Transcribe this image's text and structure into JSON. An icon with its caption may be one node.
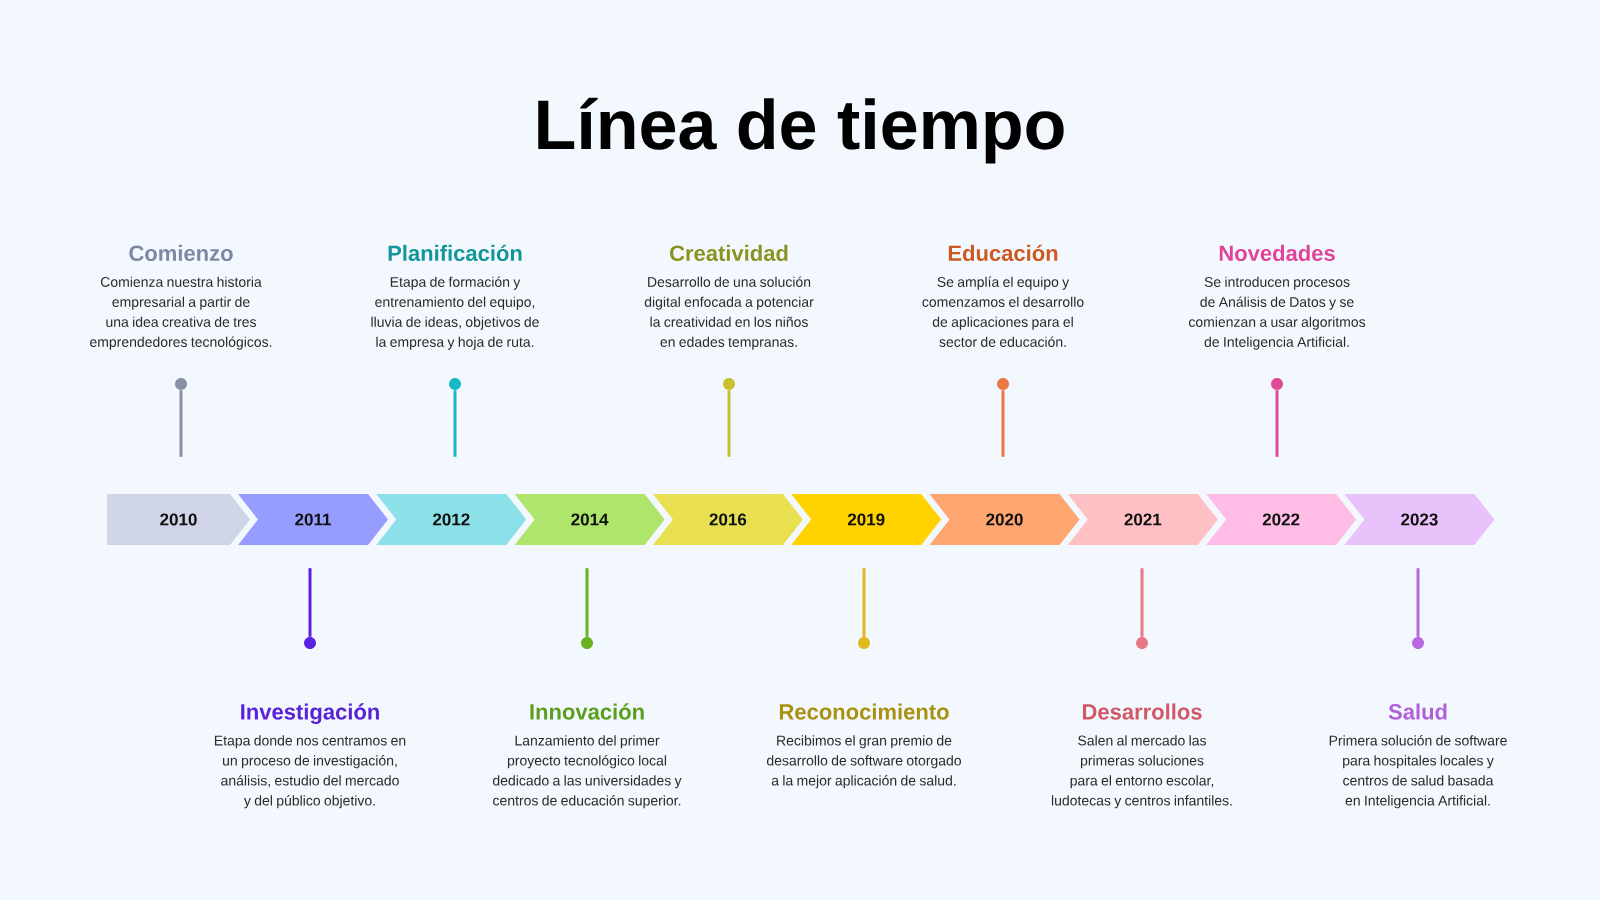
{
  "diagram": {
    "title": "Línea de tiempo",
    "nodes": [
      {
        "text": [
          "Comienzo",
          "Comienza nuestra historia empresarial a partir de una idea creativa de tres emprendedores tecnológicos."
        ]
      },
      {
        "text": [
          "Planificación",
          "Etapa de formación y entrenamiento del equipo, lluvia de ideas, objetivos de la empresa y hoja de ruta."
        ]
      },
      {
        "text": [
          "Creatividad",
          "Desarrollo de una solución digital enfocada a potenciar la creatividad en los niños en edades tempranas."
        ]
      },
      {
        "text": [
          "Educación",
          "Se amplía el equipo y comenzamos el desarrollo de aplicaciones para el sector de educación."
        ]
      },
      {
        "text": [
          "Novedades",
          "Se introducen procesos de Análisis de Datos y se comienzan a usar algoritmos de Inteligencia Artificial."
        ]
      },
      {
        "text": [],
        "shape": "circle"
      },
      {
        "text": [],
        "shape": "circle"
      },
      {
        "text": [],
        "shape": "circle"
      },
      {
        "text": [],
        "shape": "circle"
      },
      {
        "text": [],
        "shape": "circle"
      },
      {
        "text": [
          "2010"
        ]
      },
      {
        "text": [
          "2011"
        ]
      },
      {
        "text": [
          "2012"
        ]
      },
      {
        "text": [
          "2014"
        ]
      },
      {
        "text": [
          "2016"
        ]
      },
      {
        "text": [
          "2019"
        ]
      },
      {
        "text": [
          "2020"
        ]
      },
      {
        "text": [
          "2021"
        ]
      },
      {
        "text": [
          "2022"
        ]
      },
      {
        "text": [
          "2023"
        ]
      },
      {
        "text": [],
        "shape": "circle"
      },
      {
        "text": [],
        "shape": "circle"
      },
      {
        "text": [],
        "shape": "circle"
      },
      {
        "text": [],
        "shape": "circle"
      },
      {
        "text": [],
        "shape": "circle"
      },
      {
        "text": [
          "Investigación",
          "Etapa donde nos centramos en un proceso de investigación, análisis, estudio del mercado y del público objetivo."
        ]
      },
      {
        "text": [
          "Innovación",
          "Lanzamiento del primer proyecto tecnológico local dedicado a las universidades y centros de educación superior."
        ]
      },
      {
        "text": [
          "Reconocimiento",
          "Recibimos el gran premio de desarrollo de software otorgado a la mejor aplicación de salud."
        ]
      },
      {
        "text": [
          "Desarrollos",
          "Salen al mercado las primeras soluciones para el entorno escolar, ludotecas y centros infantiles."
        ]
      },
      {
        "text": [
          "Salud",
          "Primera solución de software para hospitales locales y centros de salud basada en Inteligencia Artificial."
        ]
      }
    ],
    "edges": [
      {
        "from": 5,
        "to": 10,
        "arrow": "none",
        "color": "#8890a8"
      },
      {
        "from": 20,
        "to": 11,
        "arrow": "none",
        "color": "#5a20e0"
      },
      {
        "from": 6,
        "to": 12,
        "arrow": "none",
        "color": "#1ab8c4"
      },
      {
        "from": 21,
        "to": 13,
        "arrow": "none",
        "color": "#6ab020"
      },
      {
        "from": 7,
        "to": 14,
        "arrow": "none",
        "color": "#c8c030"
      },
      {
        "from": 22,
        "to": 15,
        "arrow": "none",
        "color": "#e0b820"
      },
      {
        "from": 8,
        "to": 16,
        "arrow": "none",
        "color": "#e87840"
      },
      {
        "from": 23,
        "to": 17,
        "arrow": "none",
        "color": "#e87888"
      },
      {
        "from": 9,
        "to": 18,
        "arrow": "none",
        "color": "#e04898"
      },
      {
        "from": 24,
        "to": 19,
        "arrow": "none",
        "color": "#b868e0"
      }
    ]
  }
}
